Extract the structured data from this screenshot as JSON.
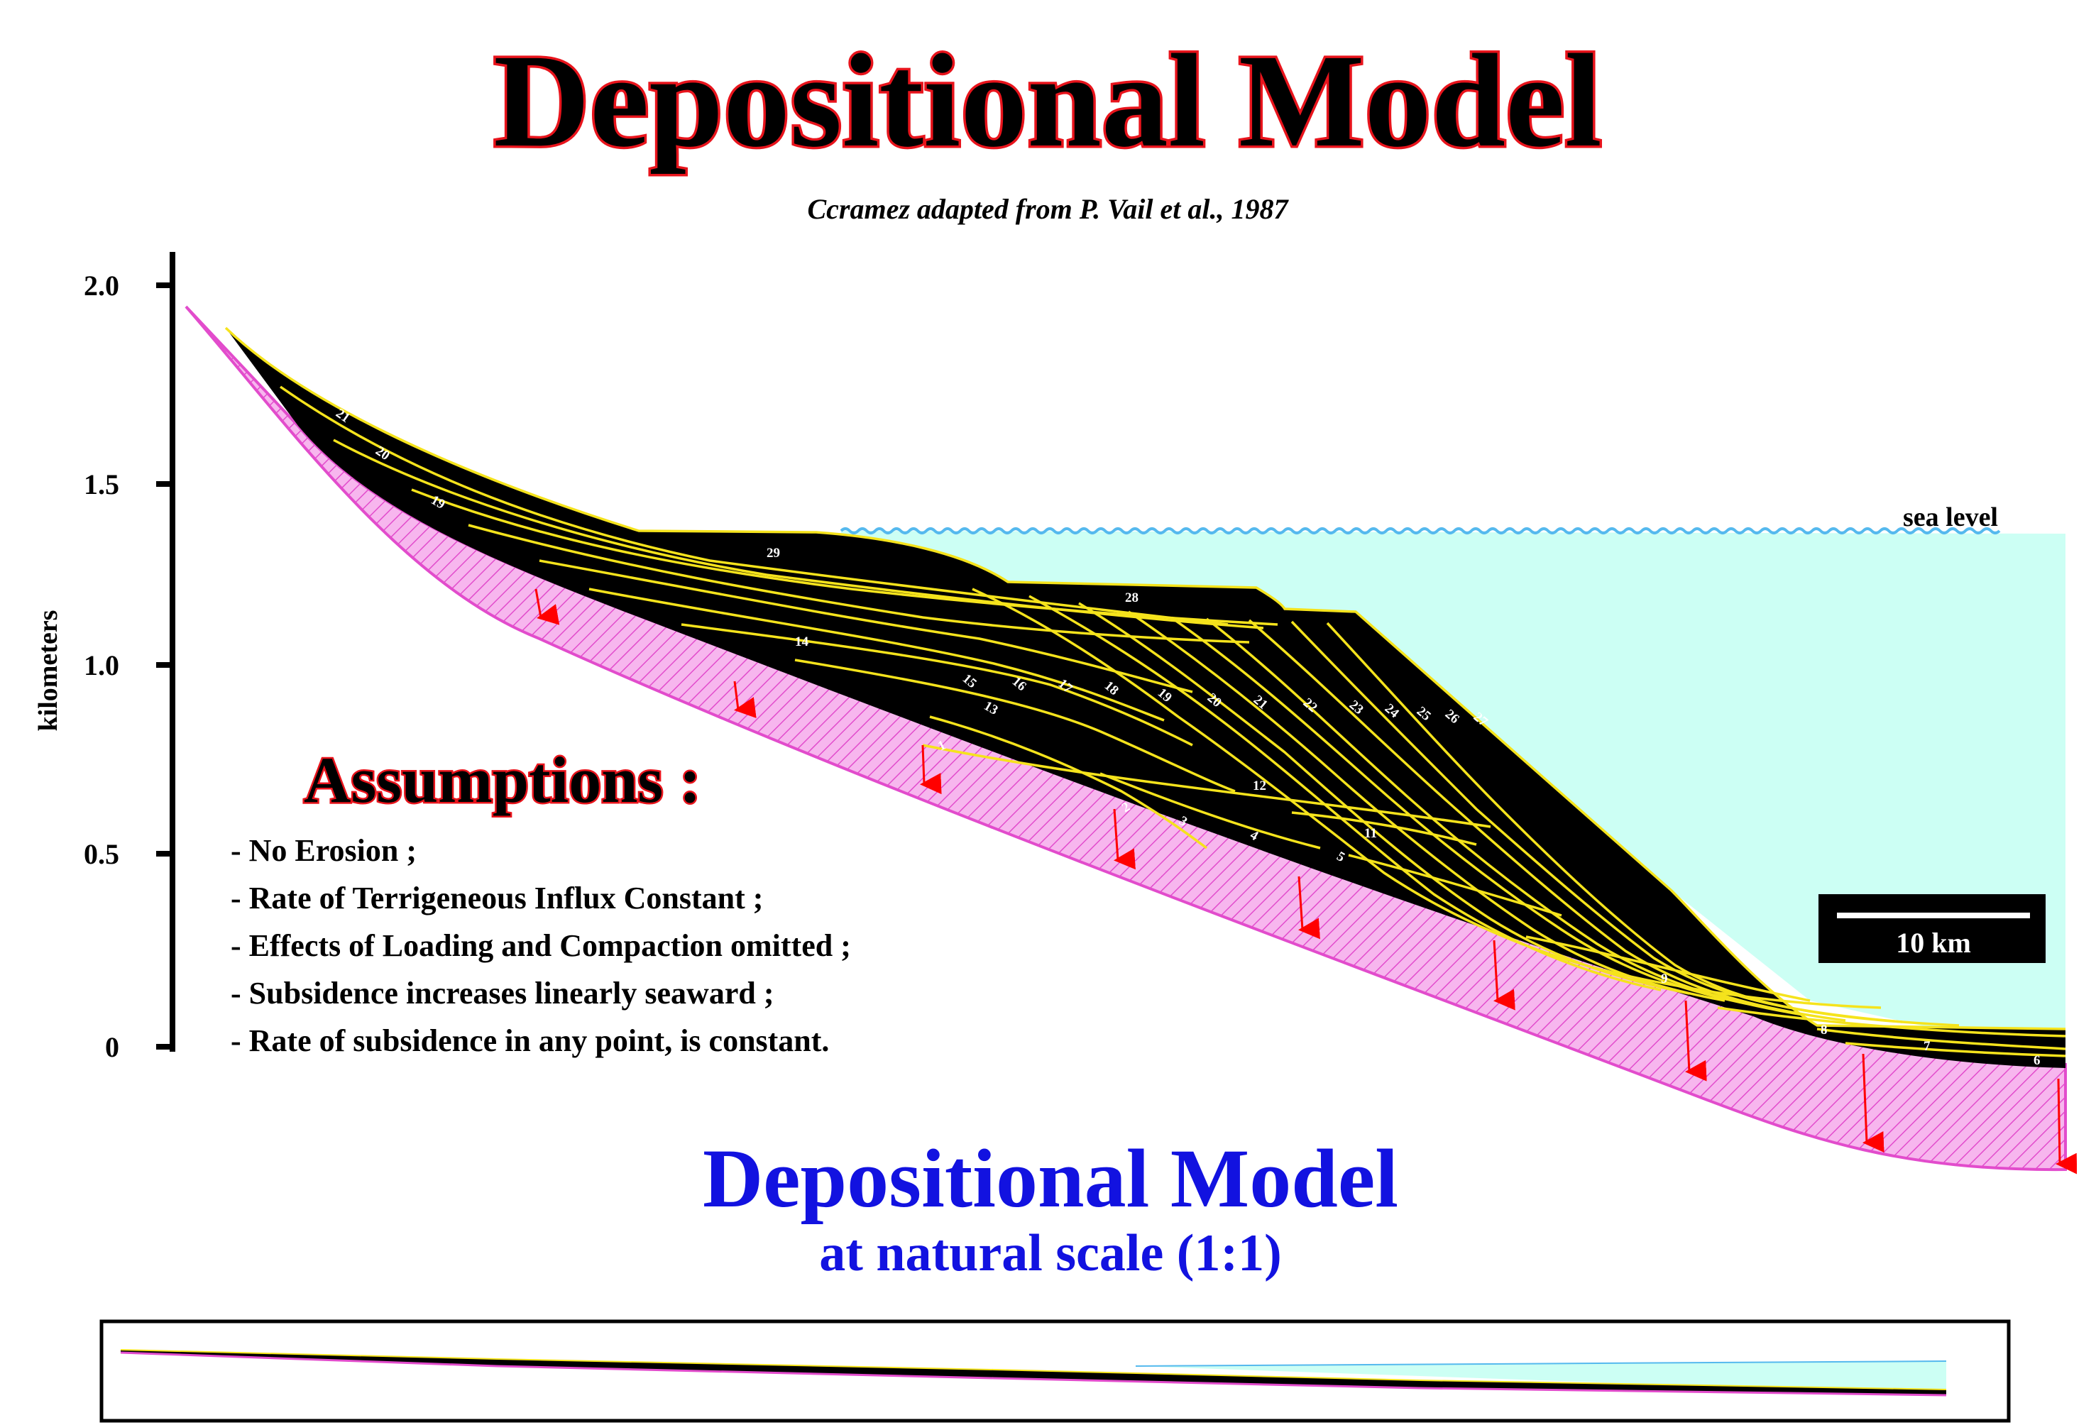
{
  "header": {
    "title": "Depositional Model",
    "credit": "Ccramez adapted from P. Vail et al., 1987"
  },
  "axis": {
    "label": "kilometers",
    "ticks": [
      "2.0",
      "1.5",
      "1.0",
      "0.5",
      "0"
    ]
  },
  "labels": {
    "sea_level": "sea level",
    "scale_bar": "10 km",
    "layer_numbers": [
      "29",
      "28",
      "14",
      "21",
      "20",
      "19",
      "15",
      "16",
      "17",
      "18",
      "19",
      "20",
      "21",
      "22",
      "23",
      "24",
      "25",
      "26",
      "27",
      "13",
      "1",
      "12",
      "2",
      "3",
      "4",
      "11",
      "5",
      "9",
      "8",
      "7",
      "6"
    ]
  },
  "assumptions": {
    "title": "Assumptions :",
    "items": [
      "- No Erosion ;",
      "- Rate of Terrigeneous Influx Constant ;",
      "- Effects of Loading and Compaction omitted ;",
      "- Subsidence increases  linearly seaward ;",
      "- Rate of subsidence in any point, is  constant."
    ]
  },
  "footer": {
    "title": "Depositional Model",
    "subtitle": "at  natural scale (1:1)"
  },
  "colors": {
    "title_fill": "#000000",
    "title_outline": "#e8141c",
    "sea": "#ccfff4",
    "sea_line": "#55b9ee",
    "sediment": "#000000",
    "horizon": "#f5e31c",
    "basement": "#f7b6ee",
    "basement_hatch": "#e24ccc",
    "arrow": "#ff0000",
    "footer_title": "#1212e0"
  }
}
